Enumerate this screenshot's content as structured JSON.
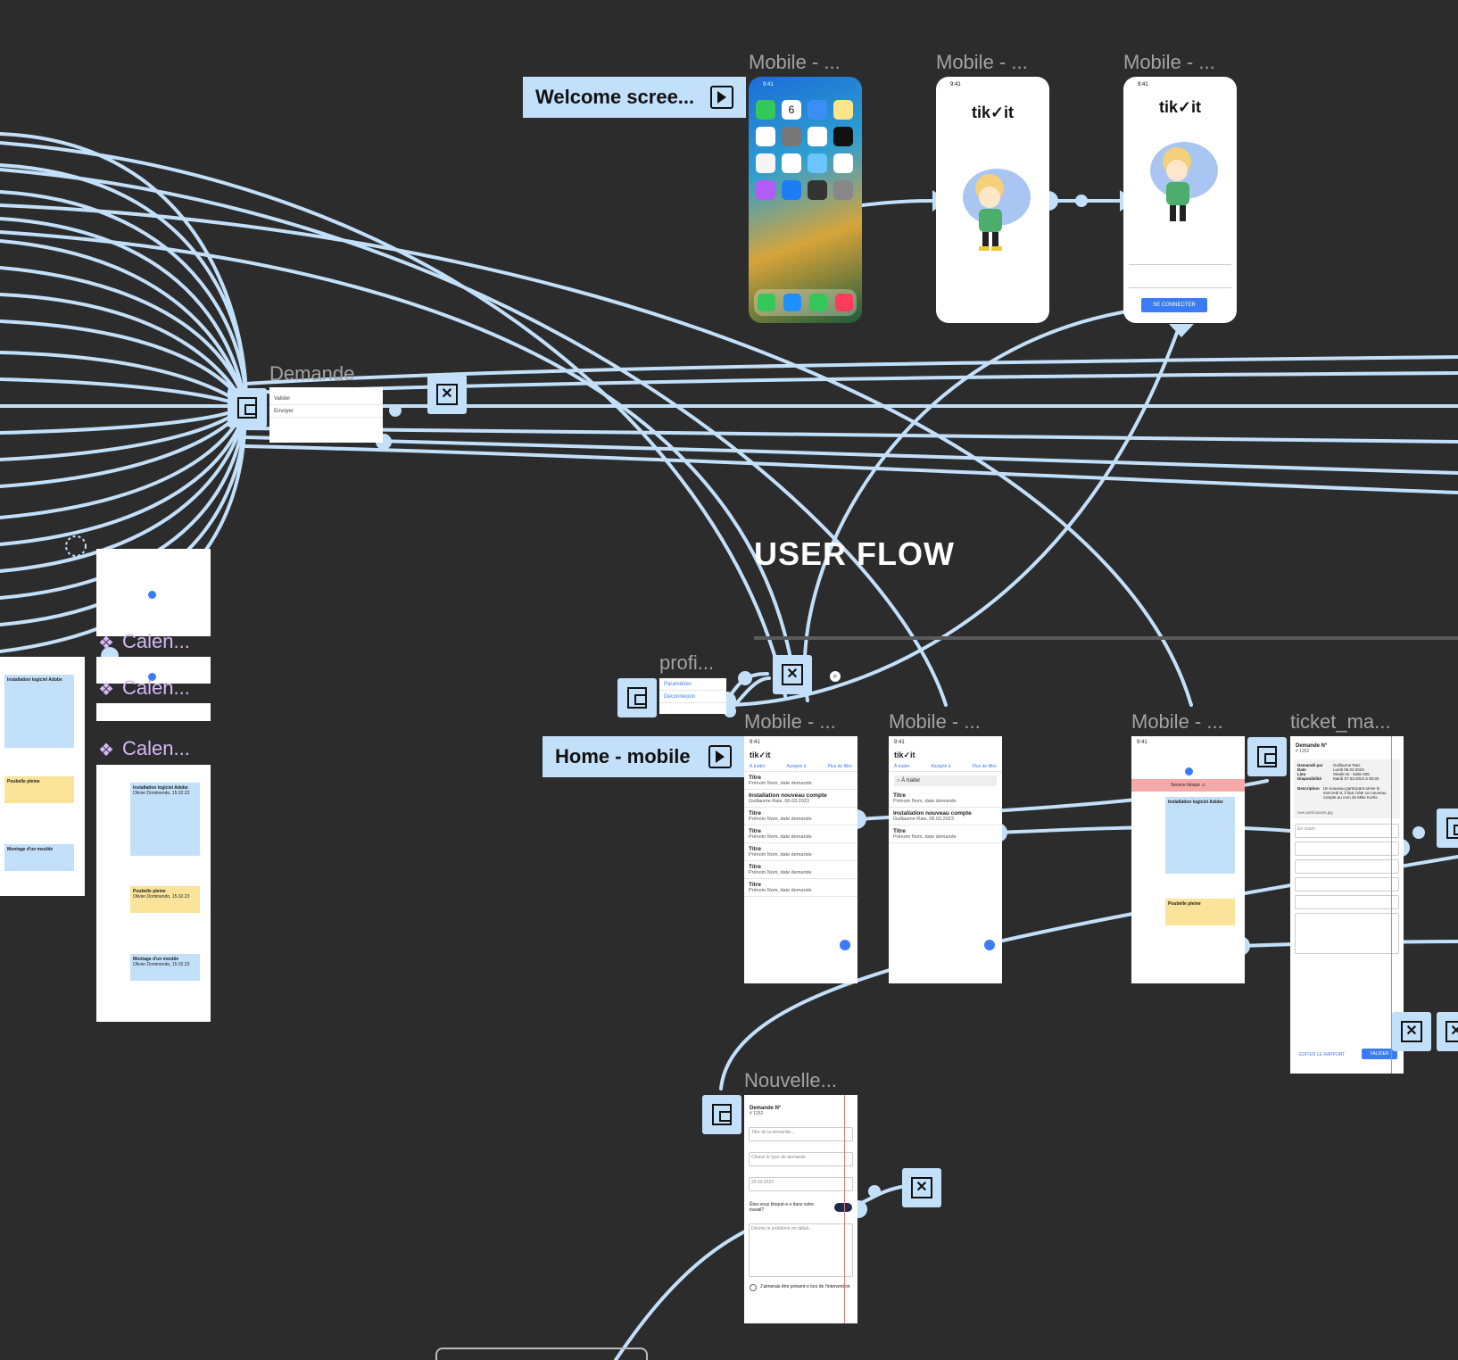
{
  "canvas": {
    "section_title": "USER FLOW"
  },
  "flow_starts": {
    "welcome": "Welcome scree...",
    "home": "Home - mobile"
  },
  "frame_labels": {
    "mobile_1": "Mobile - ...",
    "mobile_2": "Mobile - ...",
    "mobile_3": "Mobile - ...",
    "mobile_4": "Mobile - ...",
    "mobile_5": "Mobile - ...",
    "mobile_6": "Mobile - ...",
    "ticket": "ticket_ma...",
    "nouvelle": "Nouvelle...",
    "demande": "Demande",
    "profil": "profi...",
    "calendar_1": "Calen...",
    "calendar_2": "Calen...",
    "calendar_3": "Calen..."
  },
  "phones": {
    "time": "9:41",
    "brand": "tik✓it",
    "login_button": "SE CONNECTER",
    "homescreen_date": "6"
  },
  "demande_menu": {
    "item_1": "Valider",
    "item_2": "Envoyer"
  },
  "profile_menu": {
    "item_1": "Paramètres",
    "item_2": "Déconnexion"
  },
  "home_list": {
    "filters": [
      "À traiter",
      "Assigné à",
      "Plus de filtre"
    ],
    "items": [
      {
        "title": "Titre",
        "sub": "Prénom Nom, date demande"
      },
      {
        "title": "Installation nouveau compte",
        "sub": "Guillaume Rais, 06.03.2023"
      },
      {
        "title": "Titre",
        "sub": "Prénom Nom, date demande"
      },
      {
        "title": "Titre",
        "sub": "Prénom Nom, date demande"
      },
      {
        "title": "Titre",
        "sub": "Prénom Nom, date demande"
      },
      {
        "title": "Titre",
        "sub": "Prénom Nom, date demande"
      },
      {
        "title": "Titre",
        "sub": "Prénom Nom, date demande"
      }
    ]
  },
  "filtered_list": {
    "section": "À traiter",
    "items": [
      {
        "title": "Titre",
        "sub": "Prénom Nom, date demande"
      },
      {
        "title": "Installation nouveau compte",
        "sub": "Guillaume Rais, 06.03.2023"
      },
      {
        "title": "Titre",
        "sub": "Prénom Nom, date demande"
      }
    ]
  },
  "calendar_screen": {
    "alert": "Service bloqué",
    "event_1": "Installation logiciel Adobe",
    "event_2": "Poubelle pleine"
  },
  "ticket": {
    "title": "Demande N°",
    "number": "# 1252",
    "fields": [
      {
        "label": "Demandé par",
        "value": "Guillaume Rais"
      },
      {
        "label": "Date",
        "value": "Lundi 06.03.2023"
      },
      {
        "label": "Lieu",
        "value": "Steelin B - Salle 005"
      },
      {
        "label": "Disponibilité",
        "value": "Mardi 07.03.2023 à 08:30"
      },
      {
        "label": "Description",
        "value": "Un nouveau participant arrive le mercredi 8, il faut créer un nouveau compte au nom de Mike Kurtis."
      }
    ],
    "attachment": "new participants.jpg",
    "status_value": "En cours",
    "edit_button": "EDITER LE RAPPORT",
    "validate_button": "VALIDER"
  },
  "nouvelle": {
    "title": "Demande N°",
    "number": "# 1252",
    "title_placeholder": "Titre de la demande...",
    "type_placeholder": "Choisir le type de demande",
    "date_value": "20.03.2023",
    "blocked_question": "Êtes-vous bloqué·e·s dans votre travail?",
    "details_placeholder": "Décrire le problème en détail...",
    "presence_checkbox": "J'aimerais être présent·e lors de l'intervention"
  },
  "left_calendar": {
    "events": [
      {
        "name": "Installation logiciel Adobe",
        "who": "Olivier Dominendo, 15.02.23"
      },
      {
        "name": "Poubelle pleine",
        "who": "Olivier Dominendo, 15.02.23"
      },
      {
        "name": "Montage d'un meuble",
        "who": "Olivier Dominendo, 15.02.23"
      }
    ]
  },
  "colors": {
    "canvas": "#2c2c2c",
    "connector": "#c3e0fb",
    "accent": "#3b7cf6",
    "label": "#a3a3a3",
    "component": "#d5b8f7",
    "event_blue": "#c3e0fb",
    "event_yellow": "#fbe39a",
    "alert": "#f6a9a9"
  }
}
